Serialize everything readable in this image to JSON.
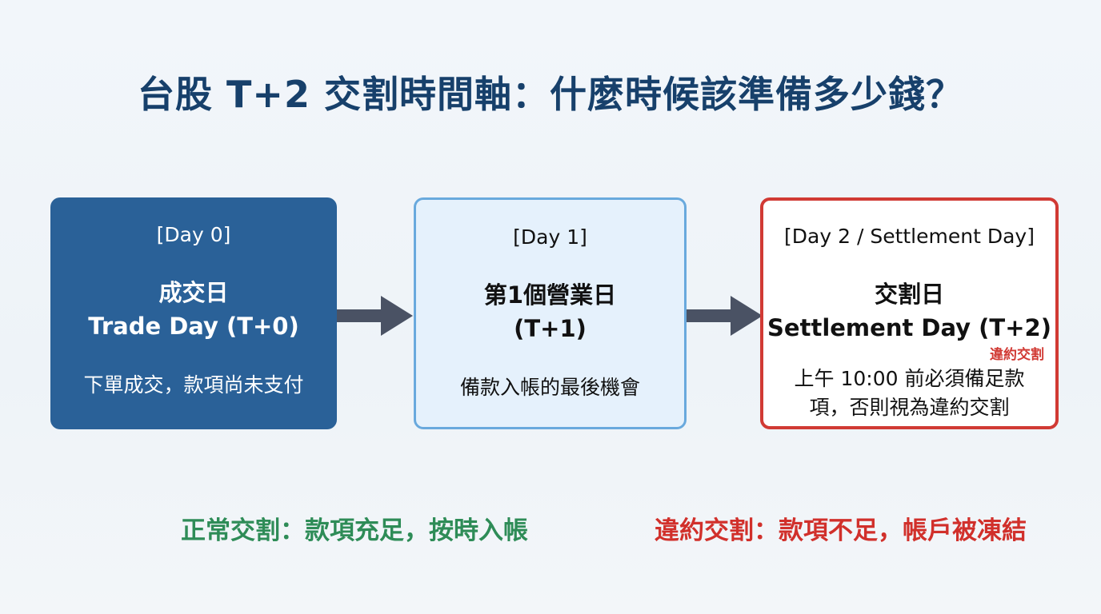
{
  "title": "台股 T+2 交割時間軸：什麼時候該準備多少錢？",
  "timeline": [
    {
      "day_label": "[Day 0]",
      "heading_zh": "成交日",
      "heading_en": "Trade Day (T+0)",
      "description": "下單成交，款項尚未支付"
    },
    {
      "day_label": "[Day 1]",
      "heading_zh": "第1個營業日",
      "heading_en": "(T+1)",
      "description": "備款入帳的最後機會"
    },
    {
      "day_label": "[Day 2 / Settlement Day]",
      "heading_zh": "交割日",
      "heading_en": "Settlement Day (T+2)",
      "tag": "違約交割",
      "description": "上午 10:00 前必須備足款項，否則視為違約交割"
    }
  ],
  "legend": {
    "normal": "正常交割：款項充足，按時入帳",
    "default": "違約交割：款項不足，帳戶被凍結"
  },
  "colors": {
    "title": "#17406b",
    "day0_fill": "#2a6198",
    "day1_fill": "#e5f1fc",
    "day1_border": "#69a9dd",
    "day2_border": "#d13a34",
    "arrow": "#4a5264",
    "normal": "#2e8c57",
    "default": "#d1302b"
  }
}
